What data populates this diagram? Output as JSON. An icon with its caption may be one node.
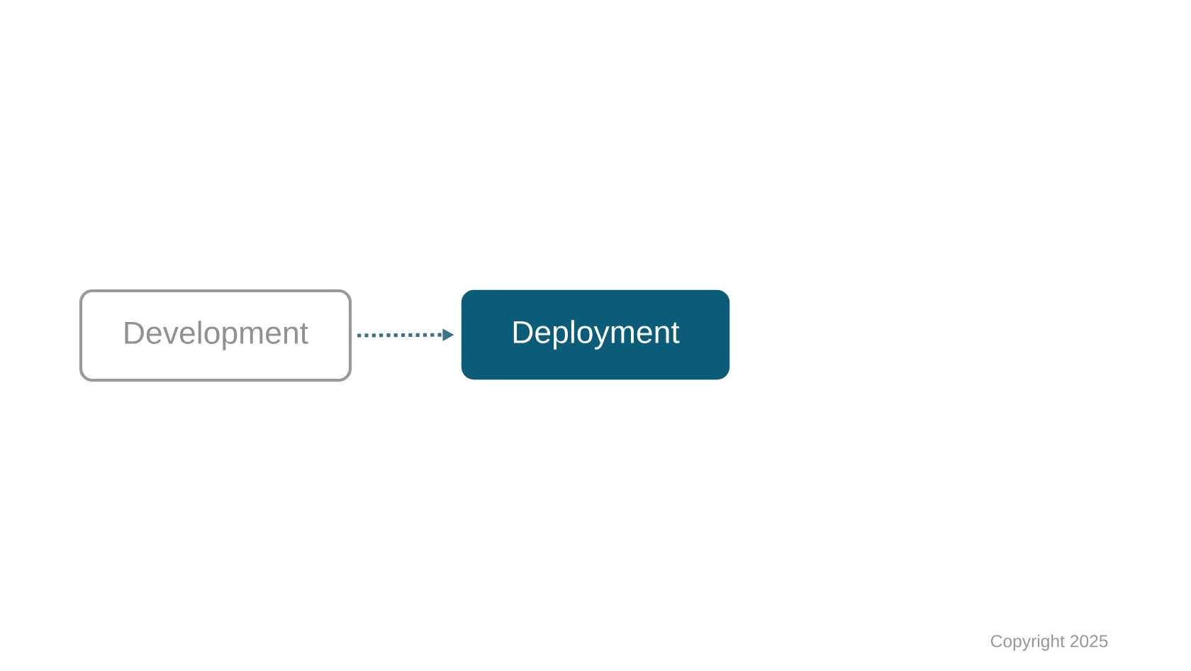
{
  "diagram": {
    "nodes": [
      {
        "text": [
          "Development"
        ]
      },
      {
        "text": [
          "Deployment"
        ]
      }
    ],
    "edges": [
      {
        "from": 0,
        "to": 1,
        "arrow": "to",
        "style": "dashed",
        "color": "#3b7385"
      }
    ],
    "labels": [
      "Copyright 2025"
    ]
  }
}
